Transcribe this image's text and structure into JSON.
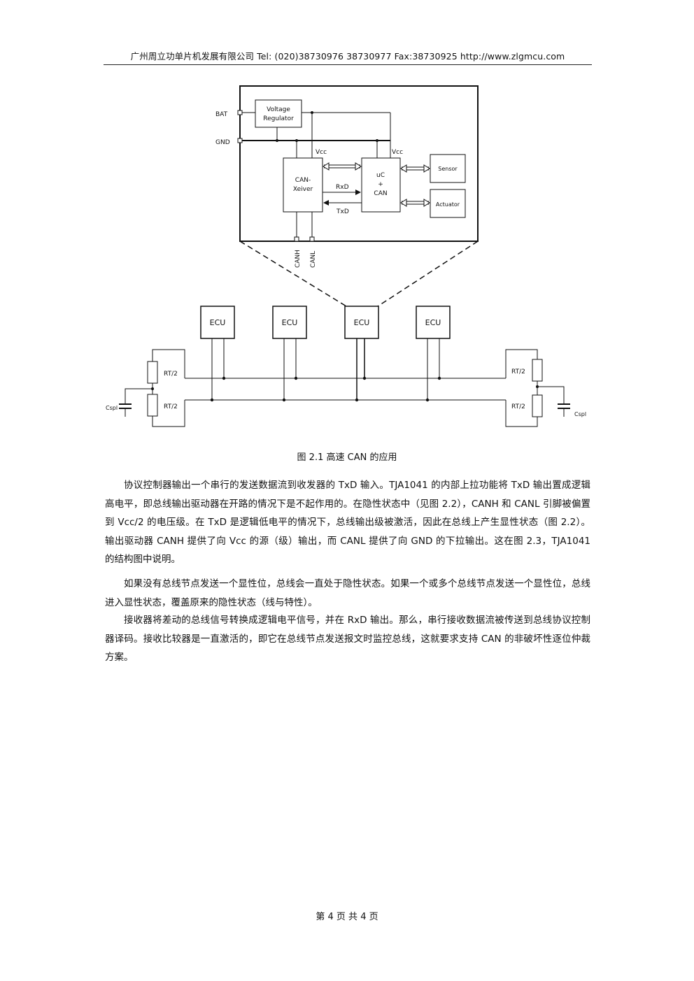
{
  "header": {
    "text": "广州周立功单片机发展有限公司  Tel: (020)38730976  38730977  Fax:38730925  http://www.zlgmcu.com"
  },
  "diagram": {
    "pins": {
      "bat": "BAT",
      "gnd": "GND",
      "canh": "CANH",
      "canl": "CANL"
    },
    "voltage_regulator": [
      "Voltage",
      "Regulator"
    ],
    "vcc_left": "Vcc",
    "vcc_right": "Vcc",
    "transceiver": [
      "CAN-",
      "Xeiver"
    ],
    "controller": [
      "uC",
      "+",
      "CAN"
    ],
    "rxd": "RxD",
    "txd": "TxD",
    "sensor": "Sensor",
    "actuator": "Actuator",
    "ecus": [
      "ECU",
      "ECU",
      "ECU",
      "ECU"
    ],
    "rt_left_top": "RT/2",
    "rt_left_bottom": "RT/2",
    "rt_right_top": "RT/2",
    "rt_right_bottom": "RT/2",
    "cspl_left": "Cspl",
    "cspl_right": "Cspl"
  },
  "caption": "图 2.1   高速 CAN 的应用",
  "paragraphs": [
    "协议控制器输出一个串行的发送数据流到收发器的 TxD 输入。TJA1041 的内部上拉功能将 TxD 输出置成逻辑高电平，即总线输出驱动器在开路的情况下是不起作用的。在隐性状态中（见图 2.2），CANH 和 CANL 引脚被偏置到 Vcc/2 的电压级。在 TxD 是逻辑低电平的情况下，总线输出级被激活，因此在总线上产生显性状态（图 2.2）。输出驱动器 CANH 提供了向 Vcc 的源（级）输出，而 CANL 提供了向 GND 的下拉输出。这在图 2.3，TJA1041 的结构图中说明。",
    "如果没有总线节点发送一个显性位，总线会一直处于隐性状态。如果一个或多个总线节点发送一个显性位，总线进入显性状态，覆盖原来的隐性状态（线与特性）。",
    "接收器将差动的总线信号转换成逻辑电平信号，并在 RxD 输出。那么，串行接收数据流被传送到总线协议控制器译码。接收比较器是一直激活的，即它在总线节点发送报文时监控总线，这就要求支持 CAN 的非破坏性逐位仲裁方案。"
  ],
  "footer": "第 4 页 共 4 页"
}
